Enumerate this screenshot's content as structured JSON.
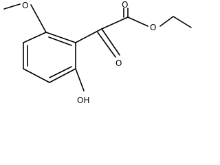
{
  "molecule": {
    "atoms": {
      "methoxy_oxygen": "O",
      "ester_ether_oxygen": "O",
      "ester_carbonyl_oxygen": "O",
      "ketone_oxygen": "O",
      "hydroxyl": "OH"
    }
  }
}
